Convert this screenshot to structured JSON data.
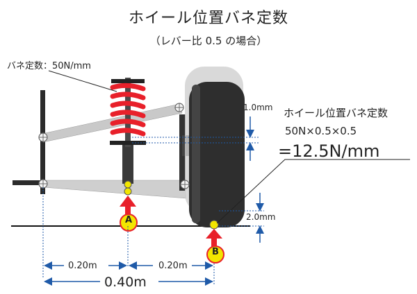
{
  "title": "ホイール位置バネ定数",
  "subtitle": "（レバー比 0.5 の場合）",
  "spring_label": "バネ定数：50N/mm",
  "displacement_upper": "1.0mm",
  "displacement_lower": "2.0mm",
  "formula": {
    "heading": "ホイール位置バネ定数",
    "expression": "50N×0.5×0.5",
    "result": "=12.5N/mm"
  },
  "points": {
    "a": "A",
    "b": "B"
  },
  "distances": {
    "a_to_spring": "0.20m",
    "spring_to_wheel": "0.20m",
    "total": "0.40m"
  },
  "colors": {
    "spring": "#e8202a",
    "arrow": "#e8202a",
    "marker": "#f2e600",
    "dimension": "#1f5aa8"
  }
}
